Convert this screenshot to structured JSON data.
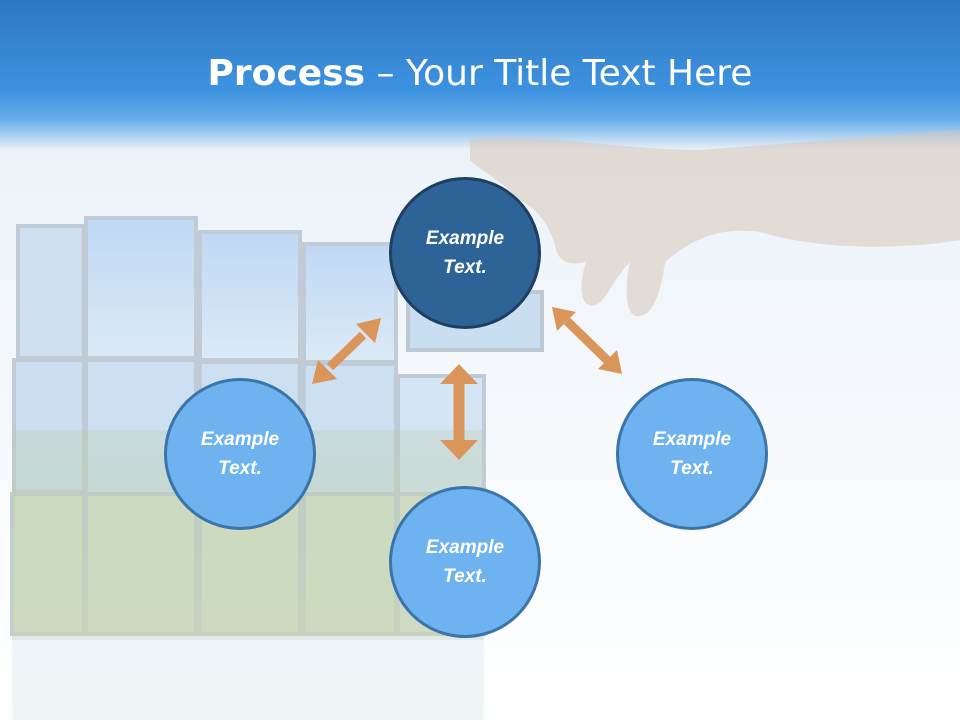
{
  "title": {
    "bold": "Process",
    "rest": " – Your Title Text Here"
  },
  "nodes": [
    {
      "id": "top",
      "label": "Example Text.",
      "variant": "dark"
    },
    {
      "id": "left",
      "label": "Example Text.",
      "variant": "light"
    },
    {
      "id": "right",
      "label": "Example Text.",
      "variant": "light"
    },
    {
      "id": "bottom",
      "label": "Example Text.",
      "variant": "light"
    }
  ],
  "colors": {
    "header": "#3d92e0",
    "node_light": "#6eb3f0",
    "node_dark": "#2e6397",
    "arrow": "#d9955a"
  }
}
